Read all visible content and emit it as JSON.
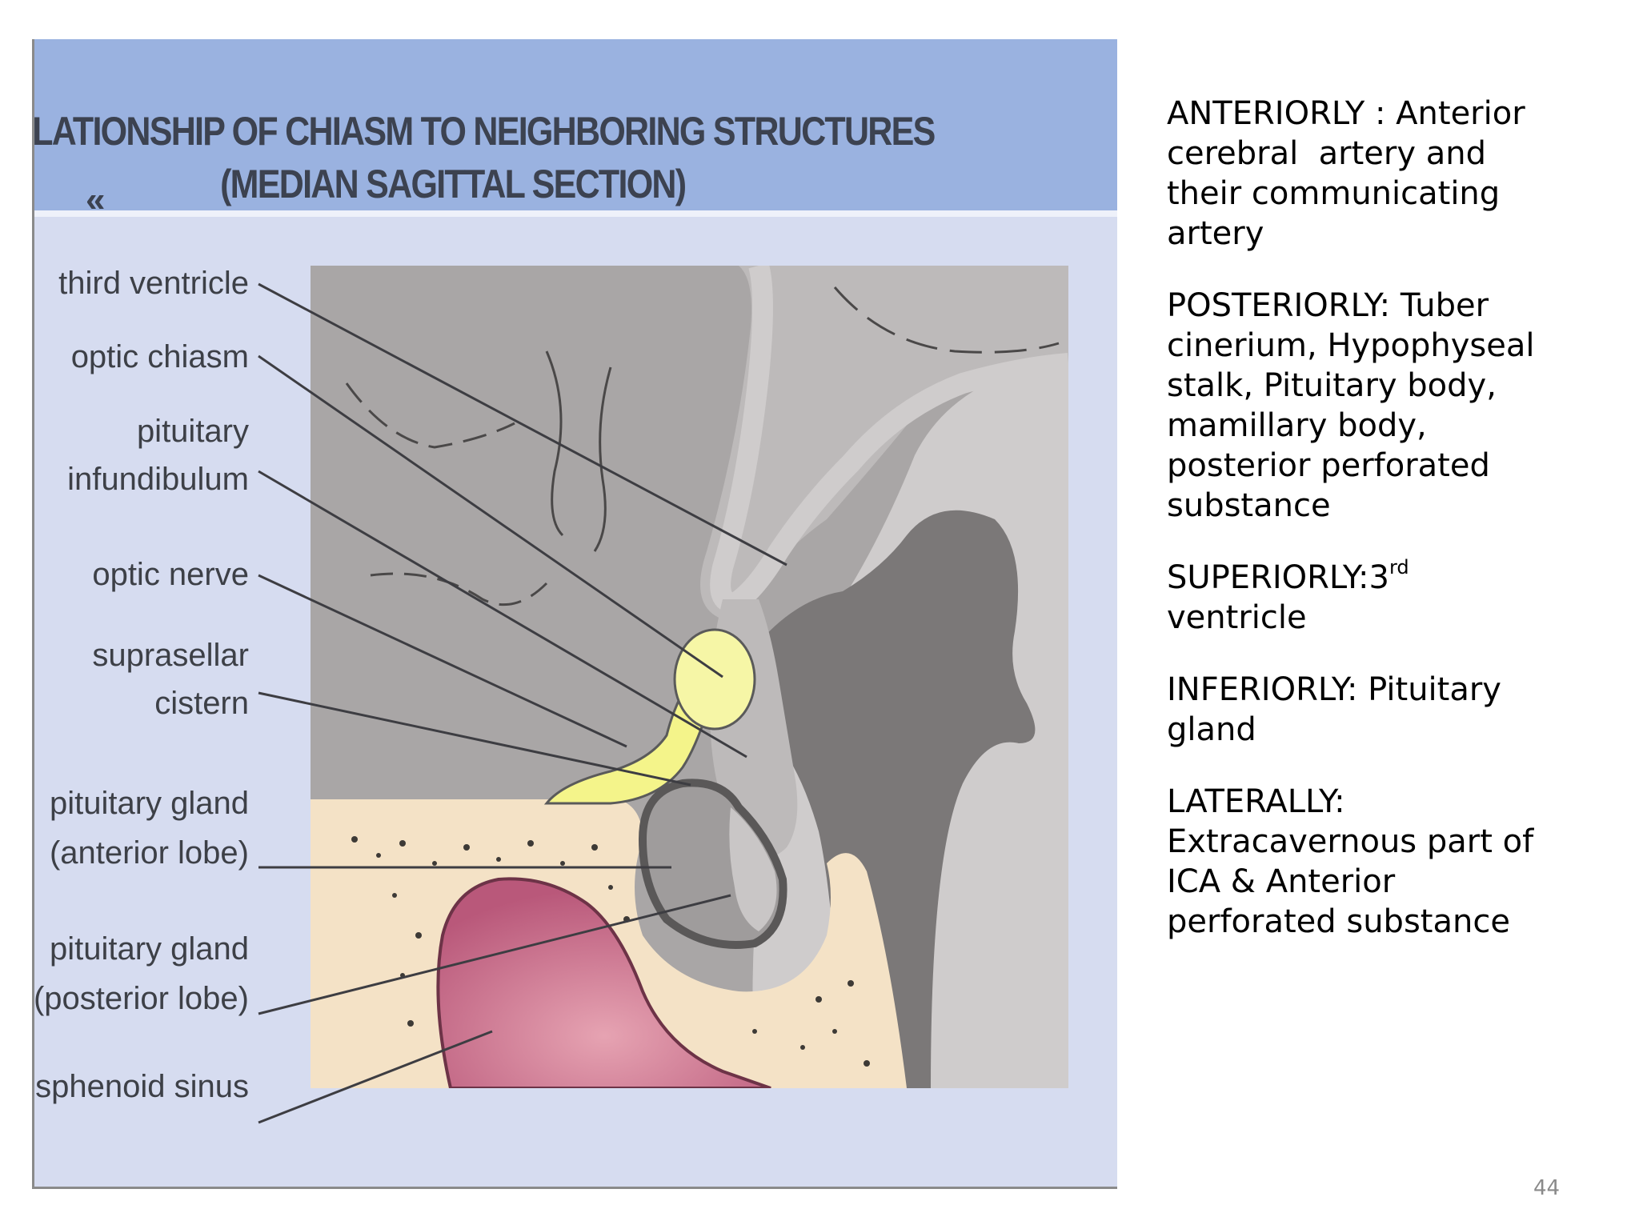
{
  "figure": {
    "title_line1": "RELATIONSHIP OF CHIASM TO NEIGHBORING STRUCTURES",
    "title_line2": "(MEDIAN SAGITTAL SECTION)",
    "back_icon": "chevron-left-icon",
    "labels": [
      {
        "id": "third-ventricle",
        "lines": [
          "third ventricle"
        ]
      },
      {
        "id": "optic-chiasm",
        "lines": [
          "optic chiasm"
        ]
      },
      {
        "id": "pituitary-infundibulum",
        "lines": [
          "pituitary",
          "infundibulum"
        ]
      },
      {
        "id": "optic-nerve",
        "lines": [
          "optic nerve"
        ]
      },
      {
        "id": "suprasellar-cistern",
        "lines": [
          "suprasellar",
          "cistern"
        ]
      },
      {
        "id": "pituitary-gland-anterior",
        "lines": [
          "pituitary gland",
          "(anterior lobe)"
        ]
      },
      {
        "id": "pituitary-gland-posterior",
        "lines": [
          "pituitary gland",
          "(posterior lobe)"
        ]
      },
      {
        "id": "sphenoid-sinus",
        "lines": [
          "sphenoid sinus"
        ]
      }
    ],
    "colors": {
      "header": "#9ab2e0",
      "panel": "#d6dcf0",
      "brain": "#a9a6a6",
      "ventricle": "#cfcccc",
      "dark_tissue": "#7b7878",
      "optic_yellow": "#f4f48a",
      "bone": "#f4e2c6",
      "sinus": "#c96b88"
    }
  },
  "notes": {
    "anteriorly": "ANTERIORLY : Anterior cerebral  artery and their communicating artery",
    "posteriorly": "POSTERIORLY: Tuber cinerium, Hypophyseal stalk, Pituitary body, mamillary body, posterior perforated substance",
    "superiorly_prefix": "SUPERIORLY:3",
    "superiorly_sup": "rd",
    "superiorly_suffix": "ventricle",
    "inferiorly": "INFERIORLY: Pituitary gland",
    "laterally": "LATERALLY: Extracavernous part of ICA & Anterior perforated substance"
  },
  "slide_number": "44"
}
